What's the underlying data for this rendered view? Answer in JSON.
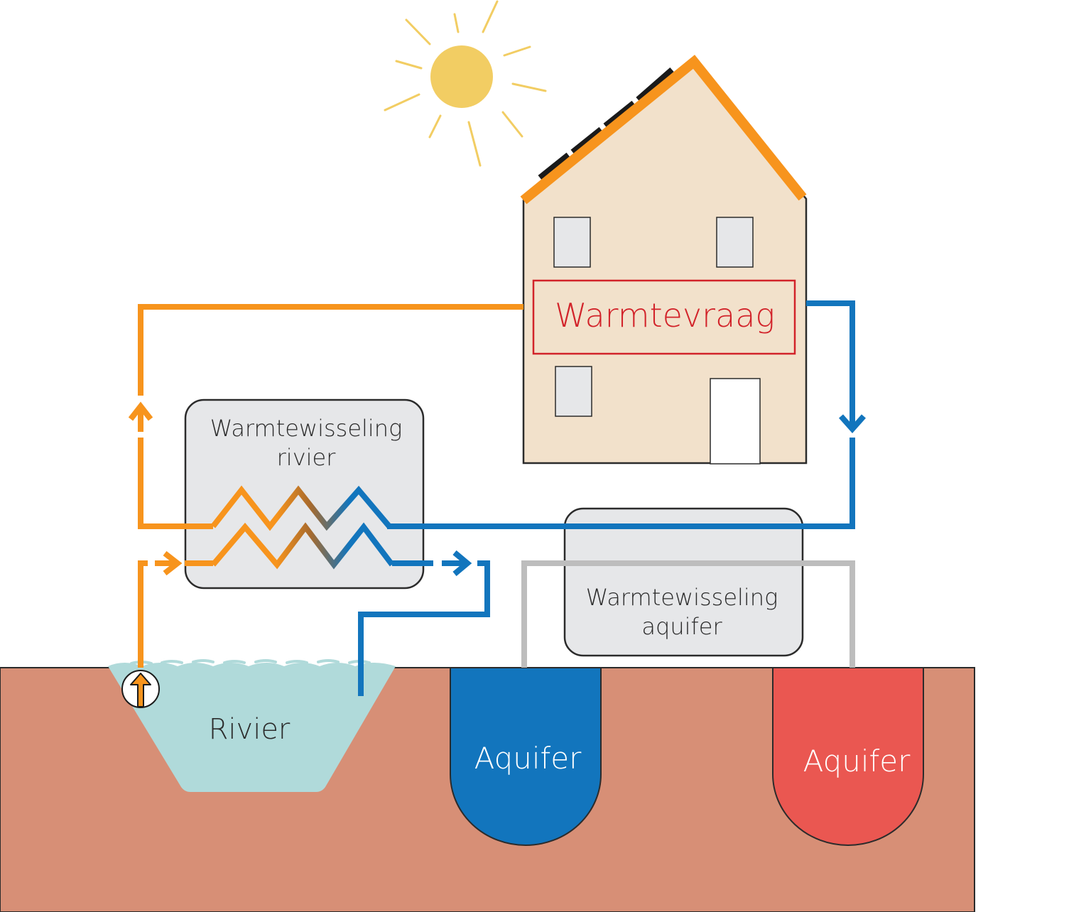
{
  "labels": {
    "heat_demand": "Warmtevraag",
    "hx_river_line1": "Warmtewisseling",
    "hx_river_line2": "rivier",
    "hx_aquifer_line1": "Warmtewisseling",
    "hx_aquifer_line2": "aquifer",
    "river": "Rivier",
    "aquifer_cold": "Aquifer",
    "aquifer_warm": "Aquifer"
  },
  "colors": {
    "hot_pipe": "#f7941d",
    "cold_pipe": "#1275bd",
    "grey_pipe": "#bdbdbd",
    "ground": "#d78f76",
    "river_water": "#b0dada",
    "house_wall": "#f2e1cb",
    "roof": "#f7941d",
    "sun": "#f2cd63",
    "heat_demand_text": "#d2232a",
    "aquifer_cold": "#1275bd",
    "aquifer_warm": "#ea5751",
    "hx_box": "#e6e7e9"
  },
  "icons": {
    "sun": "sun-icon",
    "pump": "pump-icon",
    "solar_panels": "solar-panel-icon"
  }
}
